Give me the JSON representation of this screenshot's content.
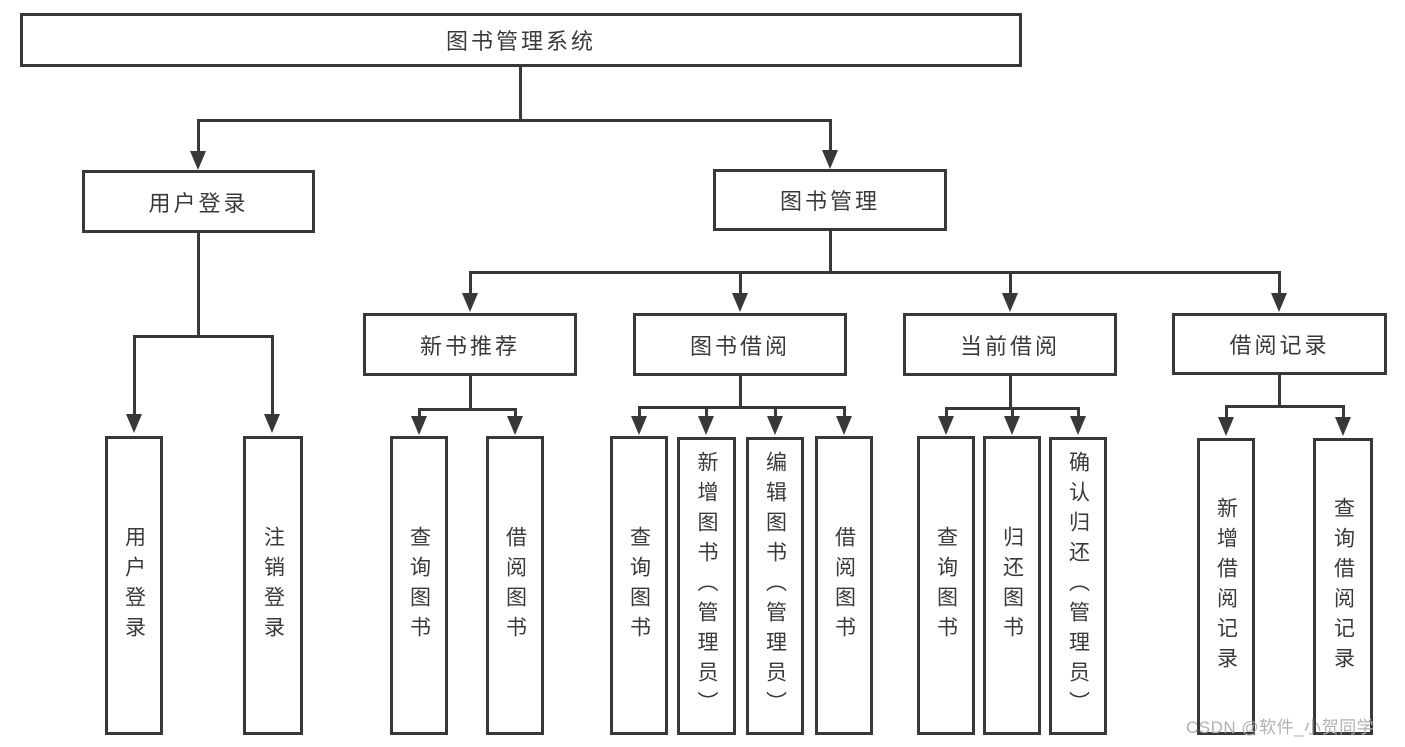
{
  "colors": {
    "line": "#383838",
    "text": "#3a3a3a",
    "background": "#ffffff",
    "watermark": "#b3b0ae"
  },
  "watermark": {
    "text": "CSDN @软件_小贺同学"
  },
  "nodes": {
    "root": "图书管理系统",
    "user_login": "用户登录",
    "book_mgmt": "图书管理",
    "new_book_rec": "新书推荐",
    "book_borrow": "图书借阅",
    "current_borrow": "当前借阅",
    "borrow_records": "借阅记录",
    "leaves": {
      "user_login": [
        "用户登录",
        "注销登录"
      ],
      "new_book_rec": [
        "查询图书",
        "借阅图书"
      ],
      "book_borrow": [
        "查询图书",
        "新增图书（管理员）",
        "编辑图书（管理员）",
        "借阅图书"
      ],
      "current_borrow": [
        "查询图书",
        "归还图书",
        "确认归还（管理员）"
      ],
      "borrow_records": [
        "新增借阅记录",
        "查询借阅记录"
      ]
    }
  }
}
